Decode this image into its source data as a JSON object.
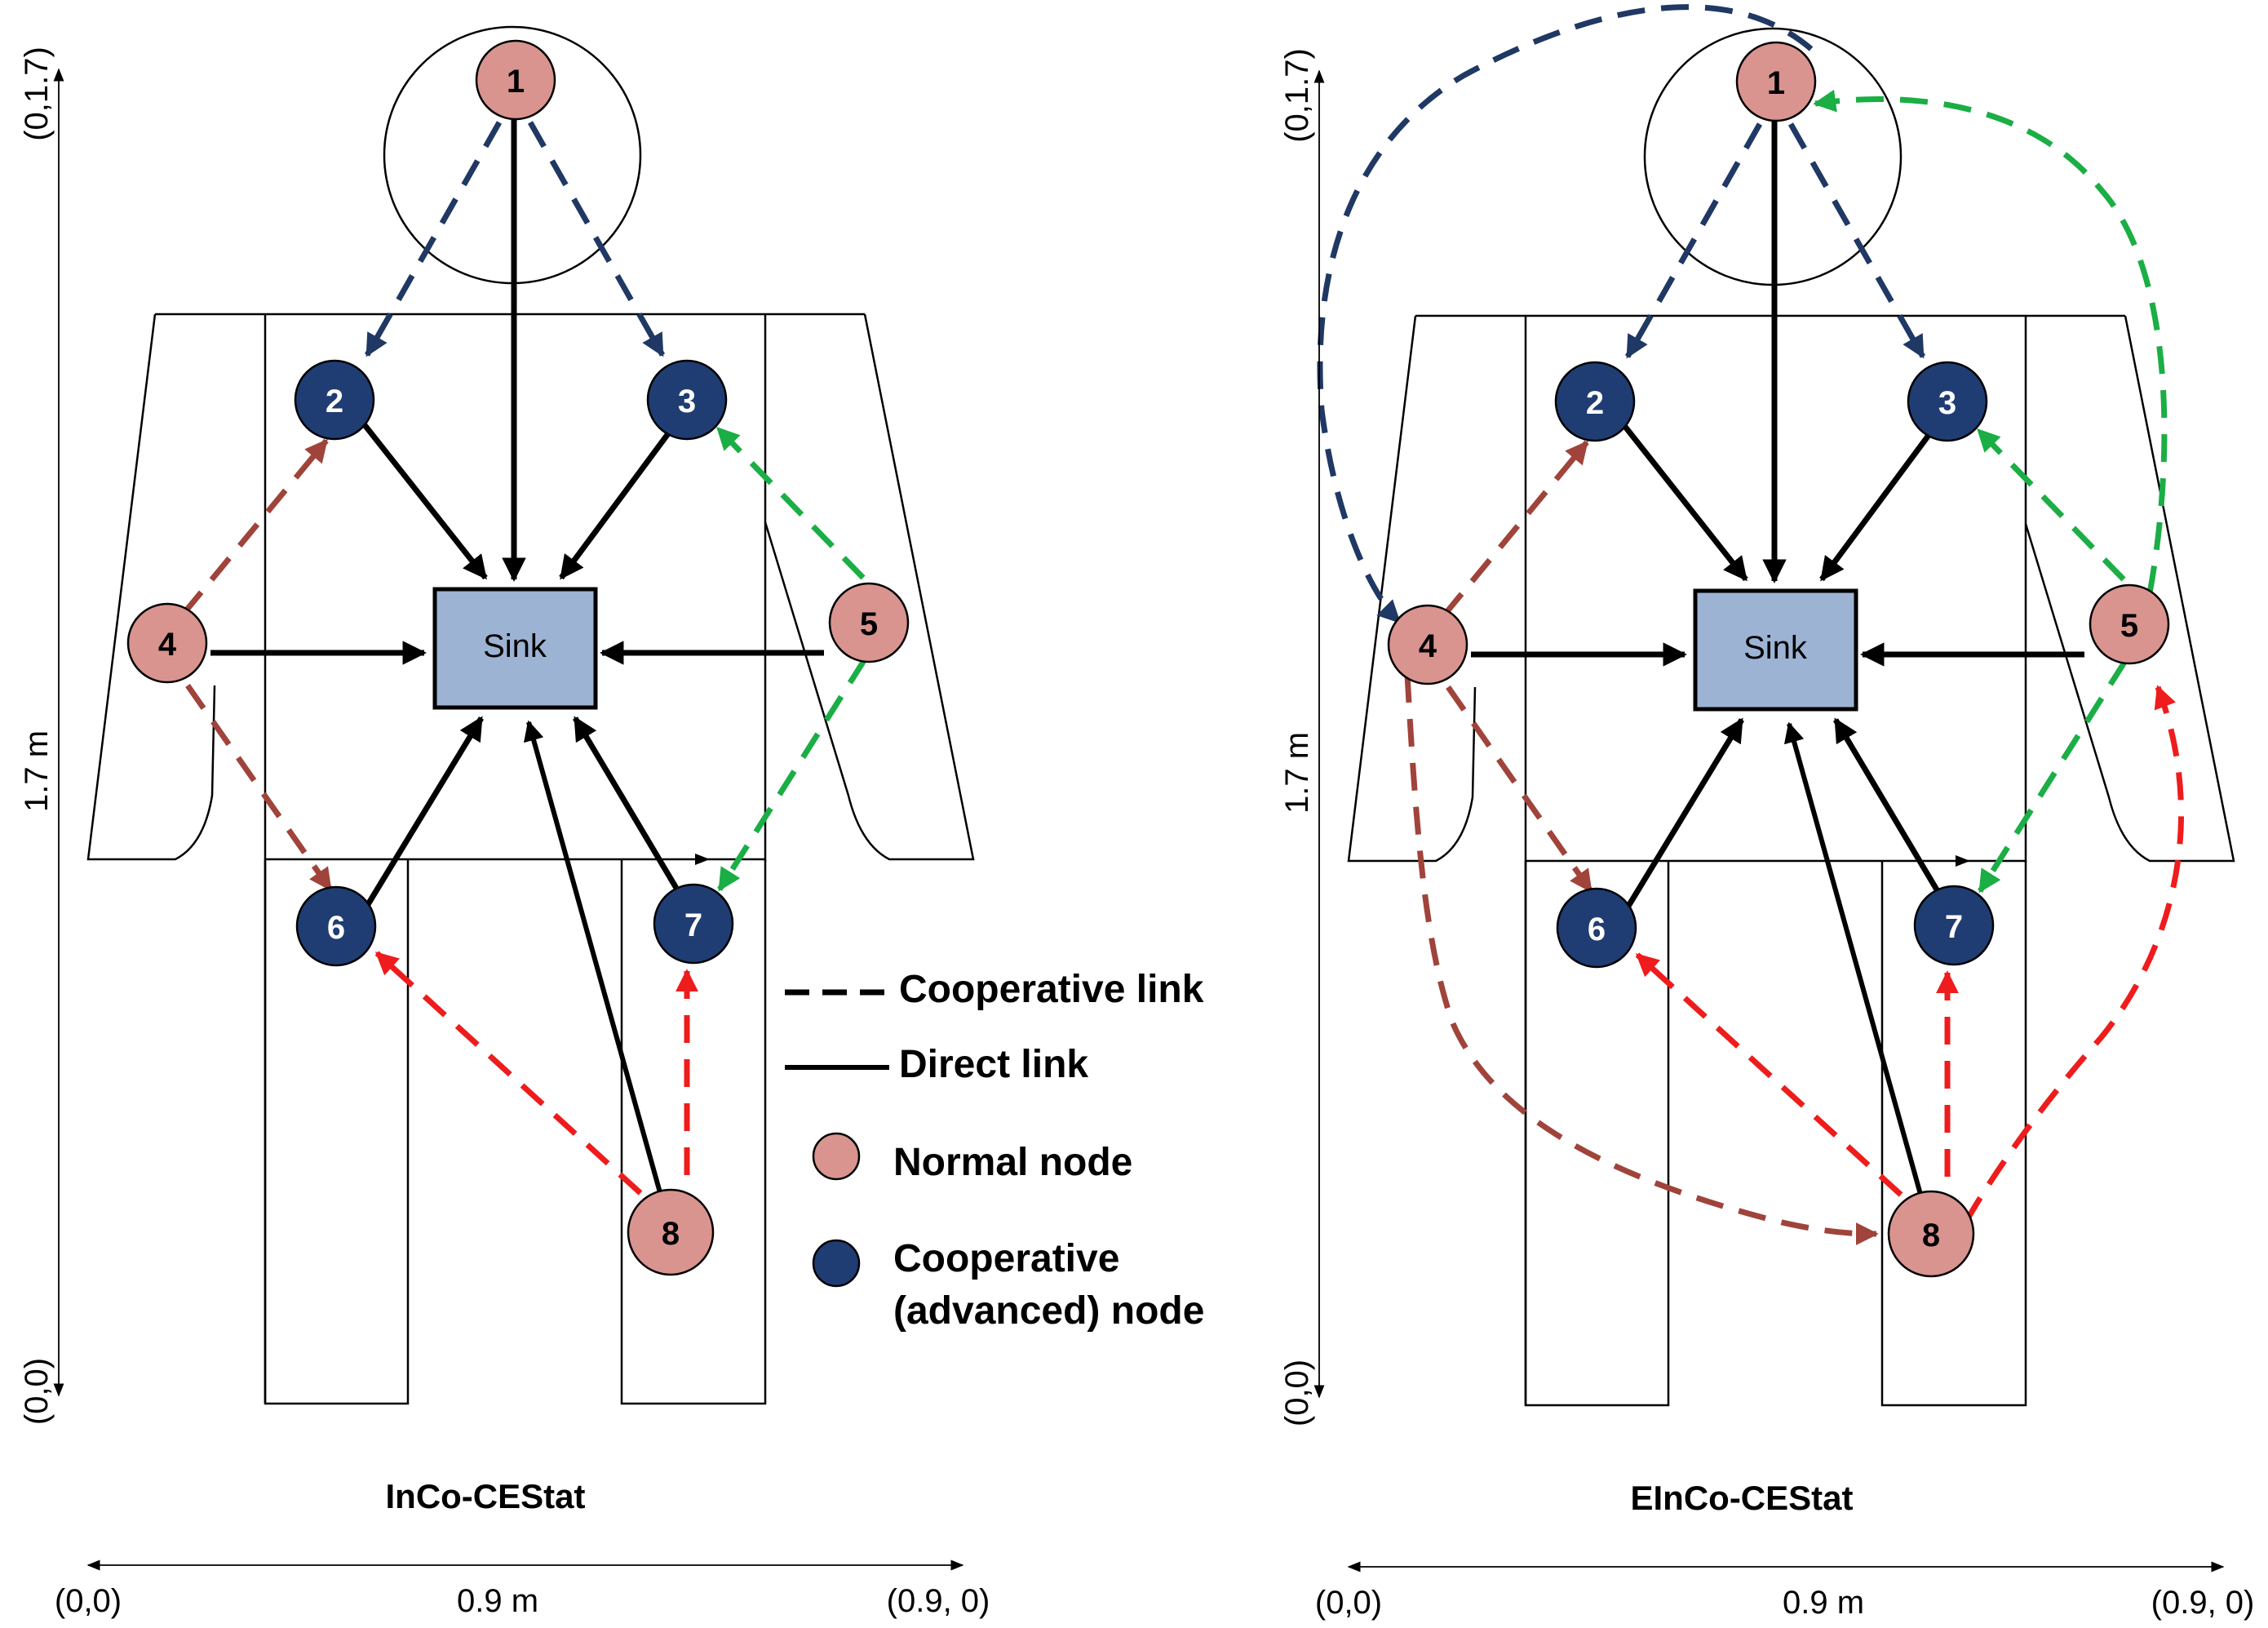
{
  "sink_label": "Sink",
  "nodes": {
    "n1": "1",
    "n2": "2",
    "n3": "3",
    "n4": "4",
    "n5": "5",
    "n6": "6",
    "n7": "7",
    "n8": "8"
  },
  "axes": {
    "top_left": "(0,1.7)",
    "bottom_left": "(0,0)",
    "height_label": "1.7 m",
    "x_origin": "(0,0)",
    "width_label": "0.9 m",
    "x_end": "(0.9, 0)"
  },
  "panels": {
    "left_title": "InCo-CEStat",
    "right_title": "EInCo-CEStat"
  },
  "legend": {
    "cooperative_link": "Cooperative link",
    "direct_link": "Direct link",
    "normal_node": "Normal node",
    "coop_node_line1": "Cooperative",
    "coop_node_line2": "(advanced) node"
  },
  "colors": {
    "normal_node": "#d9948f",
    "cooperative_node": "#1f3d73",
    "sink": "#9db3d3",
    "navy_link": "#1f3864",
    "brown_link": "#a0433a",
    "green_link": "#1aae45",
    "red_link": "#ee1c1c",
    "direct_link": "#000000"
  }
}
